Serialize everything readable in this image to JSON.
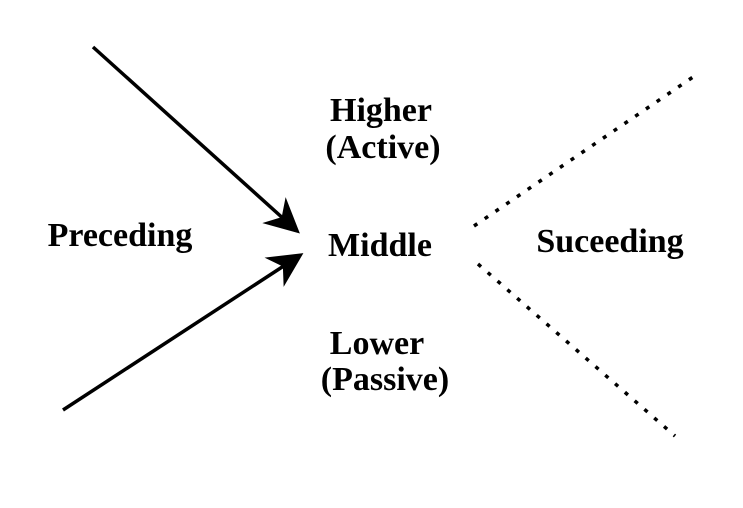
{
  "diagram": {
    "labels": {
      "preceding": "Preceding",
      "middle": "Middle",
      "succeeding": "Suceeding",
      "higher_line1": "Higher",
      "higher_line2": "(Active)",
      "lower_line1": "Lower",
      "lower_line2": "(Passive)"
    },
    "arrows": [
      {
        "from": "Preceding",
        "to": "Middle",
        "style": "solid"
      },
      {
        "from": "Preceding",
        "to": "Middle",
        "style": "solid"
      }
    ],
    "outgoing_lines": [
      {
        "from": "Middle",
        "to": "Suceeding",
        "style": "dotted"
      },
      {
        "from": "Middle",
        "to": "Suceeding",
        "style": "dotted"
      }
    ],
    "colors": {
      "line": "#000000",
      "text": "#000000",
      "background": "#ffffff"
    }
  }
}
